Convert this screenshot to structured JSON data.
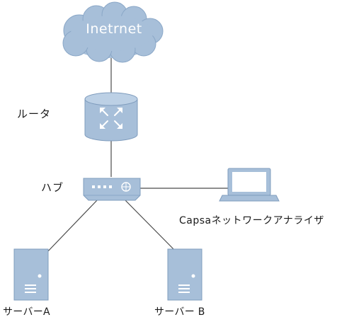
{
  "diagram": {
    "cloud_label": "Inetrnet",
    "router_label": "ルータ",
    "hub_label": "ハブ",
    "analyzer_label": "Capsaネットワークアナライザ",
    "server_a_label": "サーバーA",
    "server_b_label": "サーバー B"
  },
  "colors": {
    "device_fill": "#a7bfd9",
    "device_stroke": "#7f9cbd",
    "connection_line": "#4a4a4a",
    "text": "#1a1a1a"
  },
  "icons": {
    "cloud": "cloud-icon",
    "router": "router-icon",
    "hub": "hub-icon",
    "laptop": "laptop-icon",
    "server": "server-icon"
  }
}
